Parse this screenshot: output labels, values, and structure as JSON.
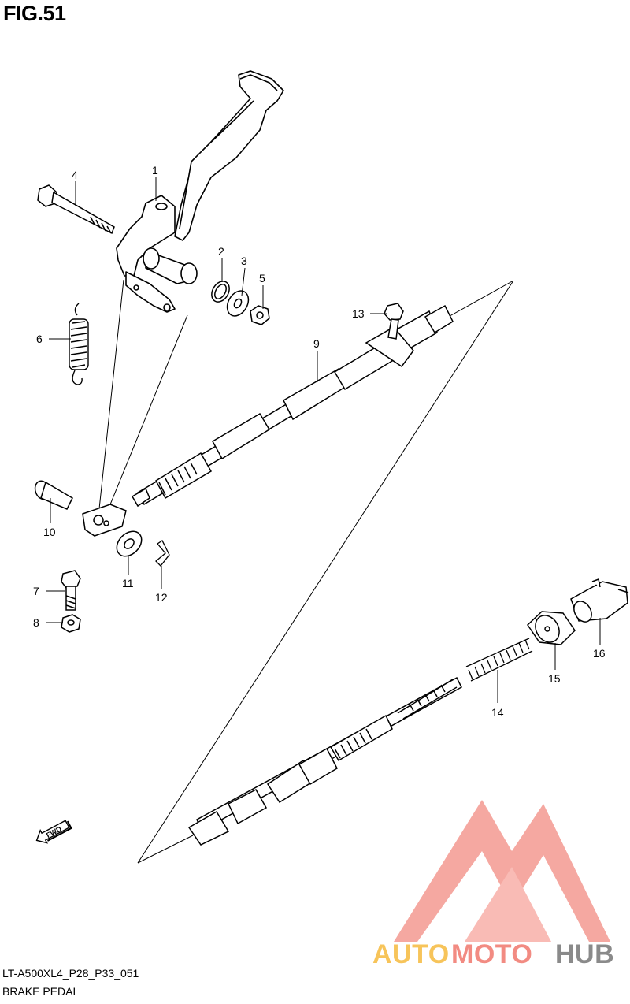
{
  "figure": {
    "title": "FIG.51"
  },
  "callouts": [
    "1",
    "2",
    "3",
    "4",
    "5",
    "6",
    "7",
    "8",
    "9",
    "10",
    "11",
    "12",
    "13",
    "14",
    "15",
    "16"
  ],
  "direction_marker": {
    "label": "FWD",
    "icon": "forward-arrow-icon"
  },
  "watermark": {
    "brand_part1": "AUTO",
    "brand_part2": "MOTO",
    "brand_part3": "HUB",
    "colors": {
      "logo": "#f28b82",
      "auto": "#f7c45a",
      "moto": "#f28b82",
      "hub": "#8a8a8a"
    }
  },
  "footer": {
    "model_code": "LT-A500XL4_P28_P33_051",
    "caption": "BRAKE PEDAL"
  }
}
